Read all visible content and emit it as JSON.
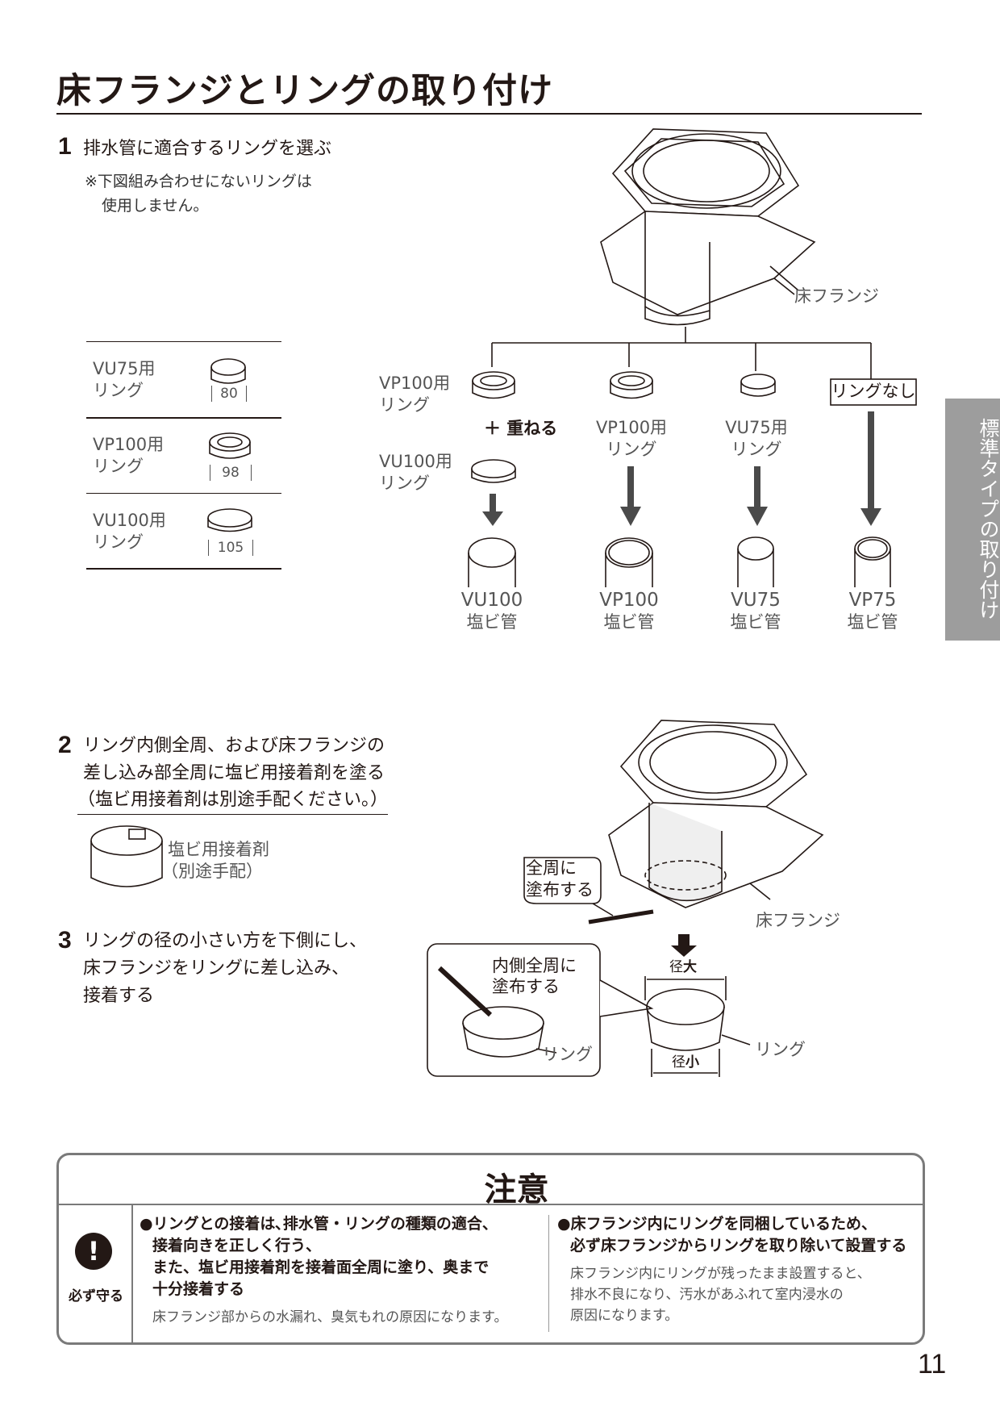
{
  "title": "床フランジとリングの取り付け",
  "side_tab": "標準タイプの取り付け",
  "page_number": "11",
  "step1": {
    "num": "1",
    "text": "排水管に適合するリングを選ぶ",
    "note_line1": "※下図組み合わせにないリングは",
    "note_line2": "使用しません。"
  },
  "ring_table": [
    {
      "name": "VU75用",
      "suffix": "リング",
      "dim": "80"
    },
    {
      "name": "VP100用",
      "suffix": "リング",
      "dim": "98"
    },
    {
      "name": "VU100用",
      "suffix": "リング",
      "dim": "105"
    }
  ],
  "diagram1": {
    "flange_label": "床フランジ",
    "vp100_ring": {
      "line1": "VP100用",
      "line2": "リング"
    },
    "stack_label": "＋ 重ねる",
    "vu100_ring": {
      "line1": "VU100用",
      "line2": "リング"
    },
    "col2_ring": {
      "line1": "VP100用",
      "line2": "リング"
    },
    "col3_ring": {
      "line1": "VU75用",
      "line2": "リング"
    },
    "no_ring": "リングなし",
    "pipes": [
      {
        "line1": "VU100",
        "line2": "塩ビ管"
      },
      {
        "line1": "VP100",
        "line2": "塩ビ管"
      },
      {
        "line1": "VU75",
        "line2": "塩ビ管"
      },
      {
        "line1": "VP75",
        "line2": "塩ビ管"
      }
    ]
  },
  "step2": {
    "num": "2",
    "line1": "リング内側全周、および床フランジの",
    "line2": "差し込み部全周に塩ビ用接着剤を塗る",
    "line3": "（塩ビ用接着剤は別途手配ください。）",
    "adhesive_line1": "塩ビ用接着剤",
    "adhesive_line2": "（別途手配）"
  },
  "step3": {
    "num": "3",
    "line1": "リングの径の小さい方を下側にし、",
    "line2": "床フランジをリングに差し込み、",
    "line3": "接着する"
  },
  "diagram2": {
    "callout_line1": "全周に",
    "callout_line2": "塗布する",
    "flange_label": "床フランジ",
    "inner_line1": "内側全周に",
    "inner_line2": "塗布する",
    "ring_label_left": "リング",
    "ring_label_right": "リング",
    "dia_large_prefix": "径",
    "dia_large_word": "大",
    "dia_small_prefix": "径",
    "dia_small_word": "小"
  },
  "caution": {
    "title": "注意",
    "must_label": "必ず守る",
    "left": {
      "line1": "●リングとの接着は､排水管・リングの種類の適合、",
      "line2": "接着向きを正しく行う、",
      "line3": "また、塩ビ用接着剤を接着面全周に塗り、奥まで",
      "line4": "十分接着する",
      "note": "床フランジ部からの水漏れ、臭気もれの原因になります。"
    },
    "right": {
      "line1": "●床フランジ内にリングを同梱しているため、",
      "line2": "必ず床フランジからリングを取り除いて設置する",
      "note1": "床フランジ内にリングが残ったまま設置すると、",
      "note2": "排水不良になり、汚水があふれて室内浸水の",
      "note3": "原因になります。"
    }
  }
}
